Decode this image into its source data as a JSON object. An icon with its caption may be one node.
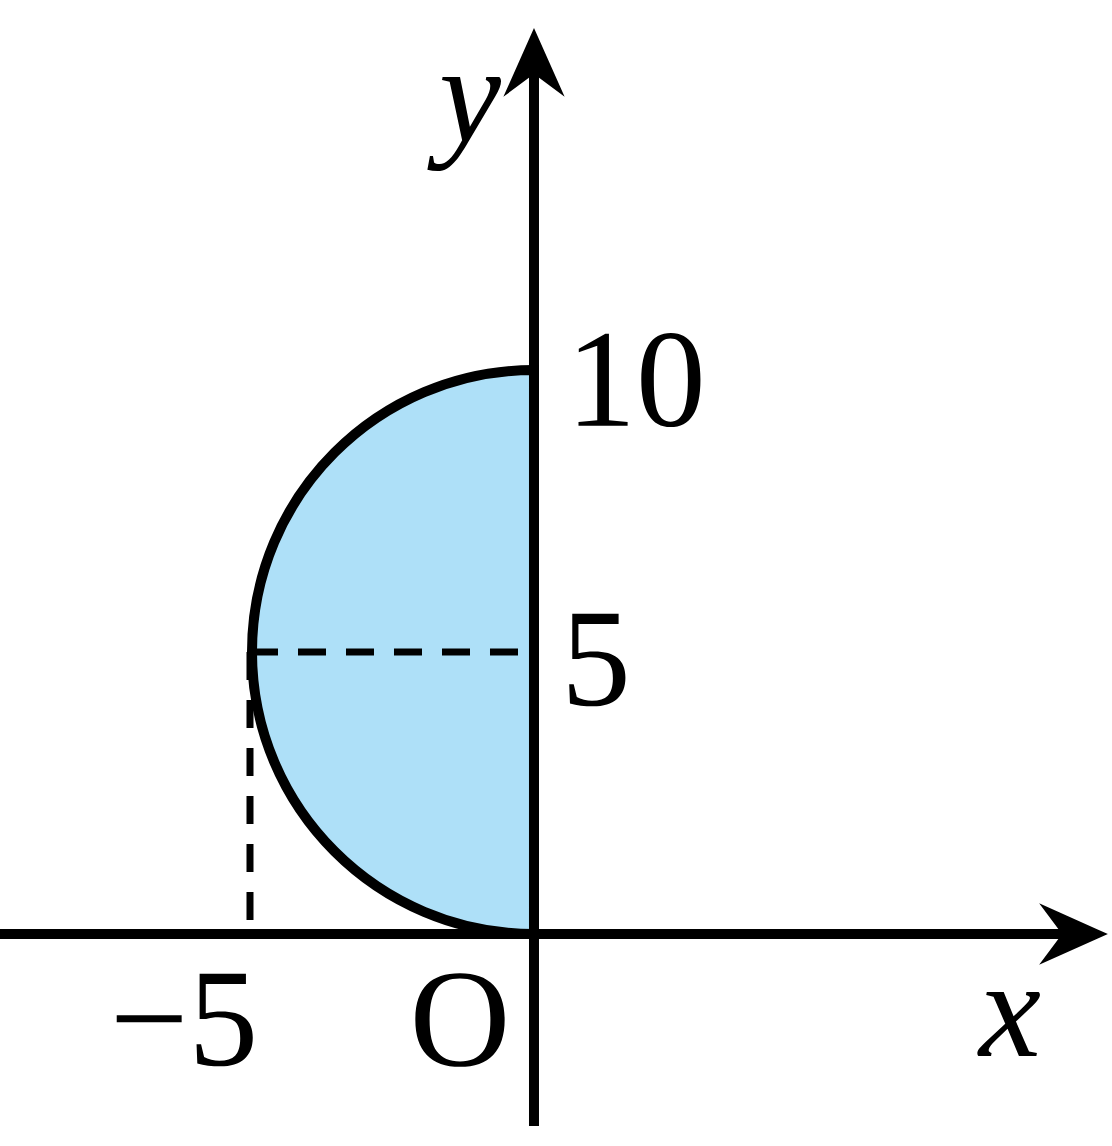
{
  "diagram": {
    "labels": [
      "y",
      "10",
      "5",
      "−5",
      "O",
      "x"
    ]
  }
}
